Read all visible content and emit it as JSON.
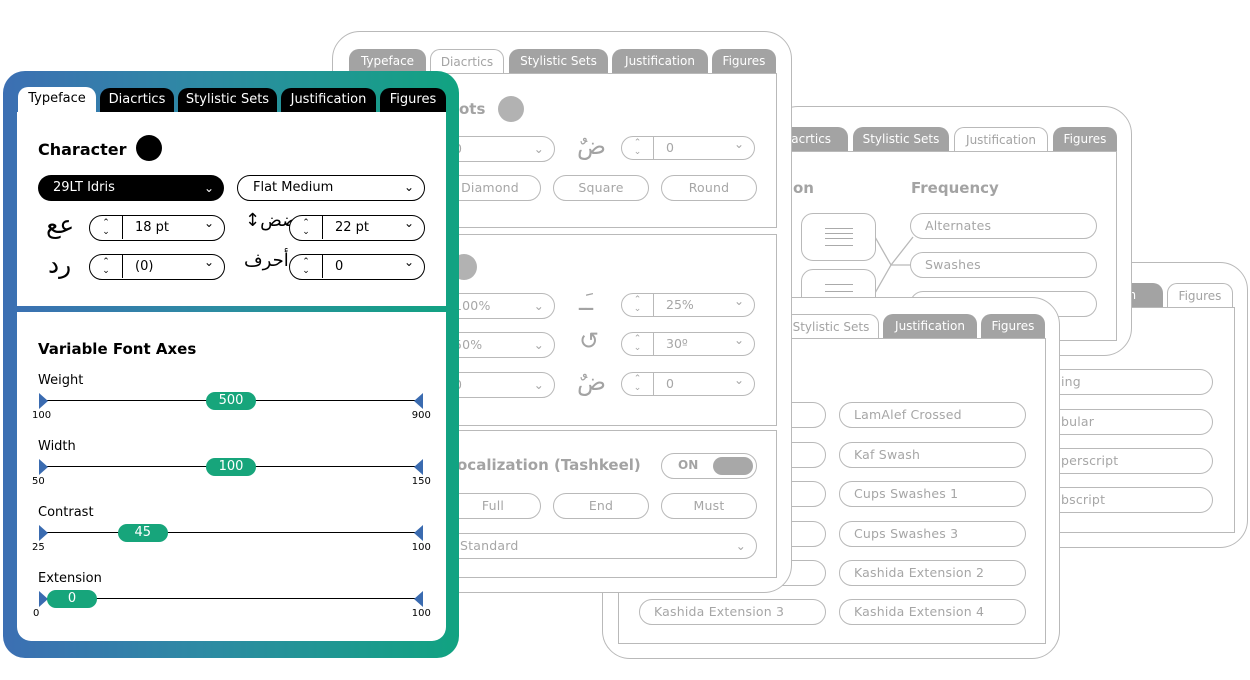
{
  "panel_a": {
    "tabs": [
      "Typeface",
      "Diacrtics",
      "Stylistic Sets",
      "Justification",
      "Figures"
    ],
    "section1_title": "ots",
    "row1_values": [
      "0",
      "0"
    ],
    "dot_shapes": [
      "Diamond",
      "Square",
      "Round"
    ],
    "row2_values": [
      "100%",
      "25%"
    ],
    "row3_values": [
      "50%",
      "30º"
    ],
    "row4_values": [
      "0",
      "0"
    ],
    "vocalization_title": "ocalization (Tashkeel)",
    "vocalization_toggle": "ON",
    "voc_options": [
      "Full",
      "End",
      "Must"
    ],
    "voc_select": "Standard"
  },
  "panel_b": {
    "tabs": [
      "iacrtics",
      "Stylistic Sets",
      "Justification",
      "Figures"
    ],
    "col1_title": "on",
    "col2_title": "Frequency",
    "freq_options": [
      "Alternates",
      "Swashes"
    ]
  },
  "panel_c": {
    "tabs": [
      "ion",
      "Figures"
    ],
    "options": [
      "ing",
      "bular",
      "perscript",
      "bscript"
    ]
  },
  "panel_d": {
    "tabs": [
      "Stylistic Sets",
      "Justification",
      "Figures"
    ],
    "left_options": [
      "Kashida Extension 3"
    ],
    "right_options": [
      "LamAlef Crossed",
      "Kaf Swash",
      "Cups Swashes 1",
      "Cups Swashes 3",
      "Kashida Extension 2",
      "Kashida Extension 4"
    ]
  },
  "main": {
    "tabs": [
      "Typeface",
      "Diacrtics",
      "Stylistic Sets",
      "Justification",
      "Figures"
    ],
    "character_title": "Character",
    "font_family": "29LT Idris",
    "font_style": "Flat Medium",
    "font_size": "18 pt",
    "line_height": "22 pt",
    "tracking": "(0)",
    "word_spacing": "0",
    "icons": {
      "font_size": "font-size-icon",
      "line_height": "line-height-icon",
      "tracking": "tracking-icon",
      "word_spacing": "word-spacing-icon"
    },
    "glyphs": {
      "font_size": "عع",
      "line_height": "↕ضض",
      "tracking": "رد",
      "word_spacing": "أحرف"
    },
    "axes_title": "Variable Font Axes",
    "axes": [
      {
        "label": "Weight",
        "value": 500,
        "min": 100,
        "max": 900
      },
      {
        "label": "Width",
        "value": 100,
        "min": 50,
        "max": 150
      },
      {
        "label": "Contrast",
        "value": 45,
        "min": 25,
        "max": 100
      },
      {
        "label": "Extension",
        "value": 0,
        "min": 0,
        "max": 100
      }
    ],
    "colors": {
      "accent": "#17a57b",
      "gradient_start": "#3c6fb3",
      "gradient_end": "#11a381",
      "slider_end": "#3a6bb0"
    }
  }
}
